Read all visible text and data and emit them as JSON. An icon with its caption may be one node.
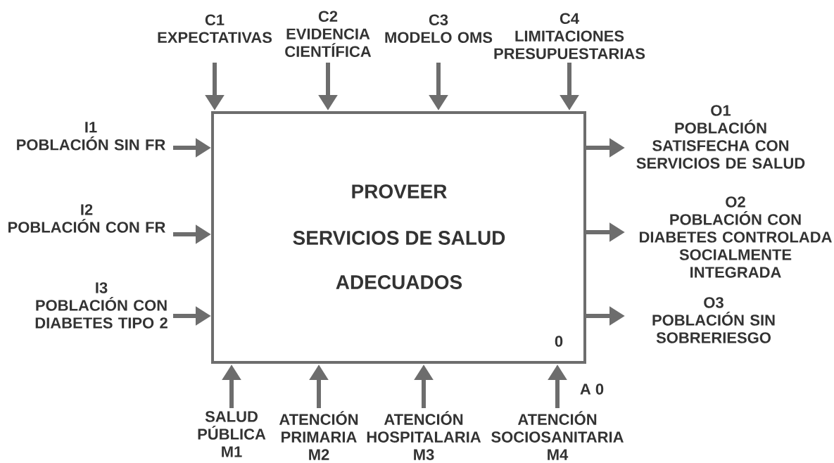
{
  "diagram": {
    "nodes": [
      {
        "text": [
          "PROVEER",
          "SERVICIOS DE SALUD",
          "ADECUADOS",
          "0"
        ]
      },
      {
        "text": [
          "C1",
          "EXPECTATIVAS"
        ]
      },
      {
        "text": [
          "C2",
          "EVIDENCIA CIENTÍFICA"
        ]
      },
      {
        "text": [
          "C3",
          "MODELO OMS"
        ]
      },
      {
        "text": [
          "C4",
          "LIMITACIONES PRESUPUESTARIAS"
        ]
      },
      {
        "text": [
          "I1",
          "POBLACIÓN SIN FR"
        ]
      },
      {
        "text": [
          "O1",
          "POBLACIÓN SATISFECHA CON SERVICIOS DE SALUD"
        ]
      },
      {
        "text": [
          "I2",
          "POBLACIÓN CON FR"
        ]
      },
      {
        "text": [
          "O2",
          "POBLACIÓN CON DIABETES CONTROLADA SOCIALMENTE INTEGRADA"
        ]
      },
      {
        "text": [
          "I3",
          "POBLACIÓN CON DIABETES TIPO 2"
        ]
      },
      {
        "text": [
          "O3",
          "POBLACIÓN SIN SOBRERIESGO"
        ]
      },
      {
        "text": [
          "SALUD PÚBLICA",
          "M1"
        ]
      },
      {
        "text": [
          "ATENCIÓN PRIMARIA",
          "M2"
        ]
      },
      {
        "text": [
          "ATENCIÓN HOSPITALARIA",
          "M3"
        ]
      },
      {
        "text": [
          "ATENCIÓN SOCIOSANITARIA",
          "M4"
        ]
      }
    ],
    "edges": [
      {
        "from": 1,
        "to": 0,
        "arrow": "to"
      },
      {
        "from": 2,
        "to": 0,
        "arrow": "to"
      },
      {
        "from": 3,
        "to": 0,
        "arrow": "to"
      },
      {
        "from": 4,
        "to": 0,
        "arrow": "to"
      },
      {
        "from": 5,
        "to": 0,
        "arrow": "to"
      },
      {
        "from": 7,
        "to": 0,
        "arrow": "to"
      },
      {
        "from": 9,
        "to": 0,
        "arrow": "to"
      },
      {
        "from": 0,
        "to": 6,
        "arrow": "to"
      },
      {
        "from": 0,
        "to": 8,
        "arrow": "to"
      },
      {
        "from": 0,
        "to": 10,
        "arrow": "to"
      },
      {
        "from": 11,
        "to": 0,
        "arrow": "to"
      },
      {
        "from": 12,
        "to": 0,
        "arrow": "to"
      },
      {
        "from": 13,
        "to": 0,
        "arrow": "to"
      },
      {
        "from": 14,
        "to": 0,
        "arrow": "to"
      }
    ],
    "labels": [
      "A 0"
    ]
  }
}
